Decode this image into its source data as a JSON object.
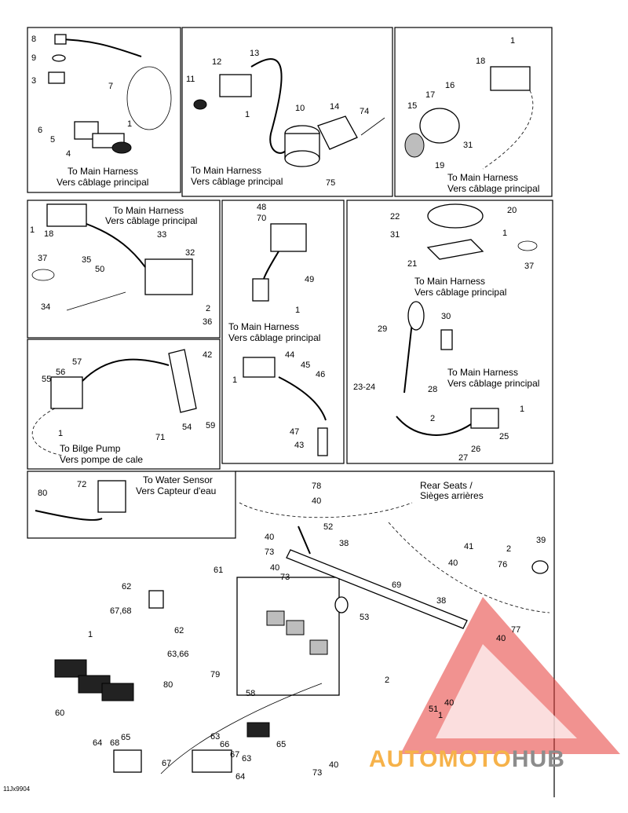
{
  "watermark": {
    "part1": "AUTOMOTO",
    "part2": "HUB",
    "color_orange": "#f6b24a",
    "color_gray": "#8c8c8c",
    "triangle_color": "#e53935"
  },
  "figure_code": "11Jx9904",
  "captions": {
    "main_harness_en": "To Main Harness",
    "main_harness_fr": "Vers câblage principal",
    "bilge_en": "To Bilge Pump",
    "bilge_fr": "Vers pompe de cale",
    "water_en": "To Water Sensor",
    "water_fr": "Vers Capteur d'eau",
    "seats_en": "Rear Seats /",
    "seats_fr": "Sièges arrières"
  },
  "labels": [
    "8",
    "9",
    "3",
    "7",
    "6",
    "5",
    "4",
    "1",
    "13",
    "12",
    "11",
    "10",
    "14",
    "74",
    "1",
    "75",
    "1",
    "18",
    "16",
    "17",
    "15",
    "31",
    "19",
    "18",
    "1",
    "33",
    "35",
    "50",
    "32",
    "37",
    "34",
    "2",
    "36",
    "48",
    "70",
    "49",
    "1",
    "44",
    "45",
    "46",
    "1",
    "47",
    "43",
    "20",
    "22",
    "31",
    "1",
    "21",
    "37",
    "29",
    "30",
    "23-24",
    "28",
    "2",
    "1",
    "25",
    "26",
    "27",
    "57",
    "56",
    "55",
    "42",
    "1",
    "71",
    "54",
    "59",
    "80",
    "72",
    "78",
    "40",
    "52",
    "40",
    "73",
    "38",
    "41",
    "40",
    "39",
    "2",
    "76",
    "61",
    "73",
    "40",
    "62",
    "67,68",
    "53",
    "69",
    "38",
    "77",
    "40",
    "62",
    "63,66",
    "1",
    "80",
    "79",
    "58",
    "2",
    "51",
    "40",
    "60",
    "64",
    "68",
    "65",
    "67",
    "63",
    "66",
    "67",
    "63",
    "65",
    "73",
    "40",
    "64",
    "1"
  ]
}
